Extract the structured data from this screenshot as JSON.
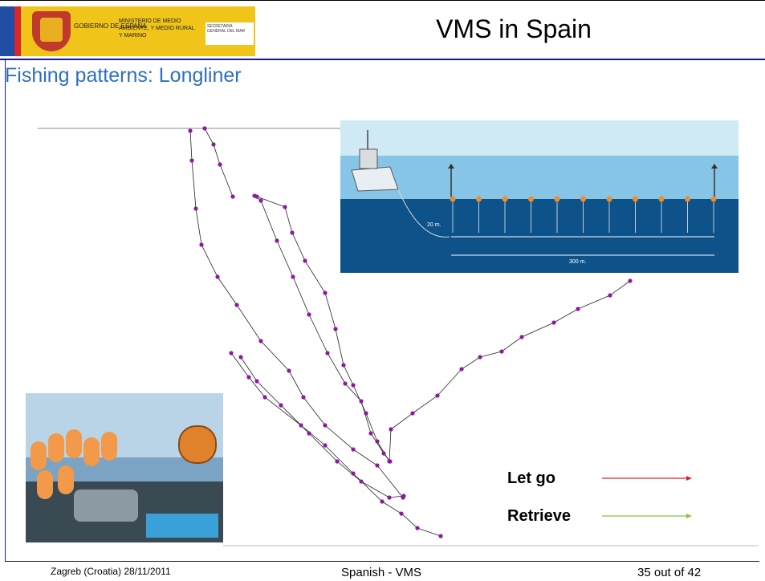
{
  "header": {
    "title": "VMS in Spain",
    "logo_gov_text": "GOBIERNO DE ESPAÑA",
    "logo_ministry_text": "MINISTERIO DE MEDIO AMBIENTE, Y MEDIO RURAL Y MARINO",
    "logo_secretaria_text": "SECRETARÍA GENERAL DEL MAR"
  },
  "subtitle": "Fishing patterns: Longliner",
  "diagram": {
    "depth_label": "20 m.",
    "length_label": "300 m."
  },
  "legend": {
    "let_go_label": "Let go",
    "let_go_color": "#e02020",
    "retrieve_label": "Retrieve",
    "retrieve_color": "#8ac43a"
  },
  "footer": {
    "left": "Zagreb (Croatia) 28/11/2011",
    "center": "Spanish - VMS",
    "right": "35 out of 42"
  },
  "colors": {
    "track_point": "#8b1a9e",
    "title_blue": "#2e6fbf",
    "rule_blue": "#1a1a8c"
  }
}
